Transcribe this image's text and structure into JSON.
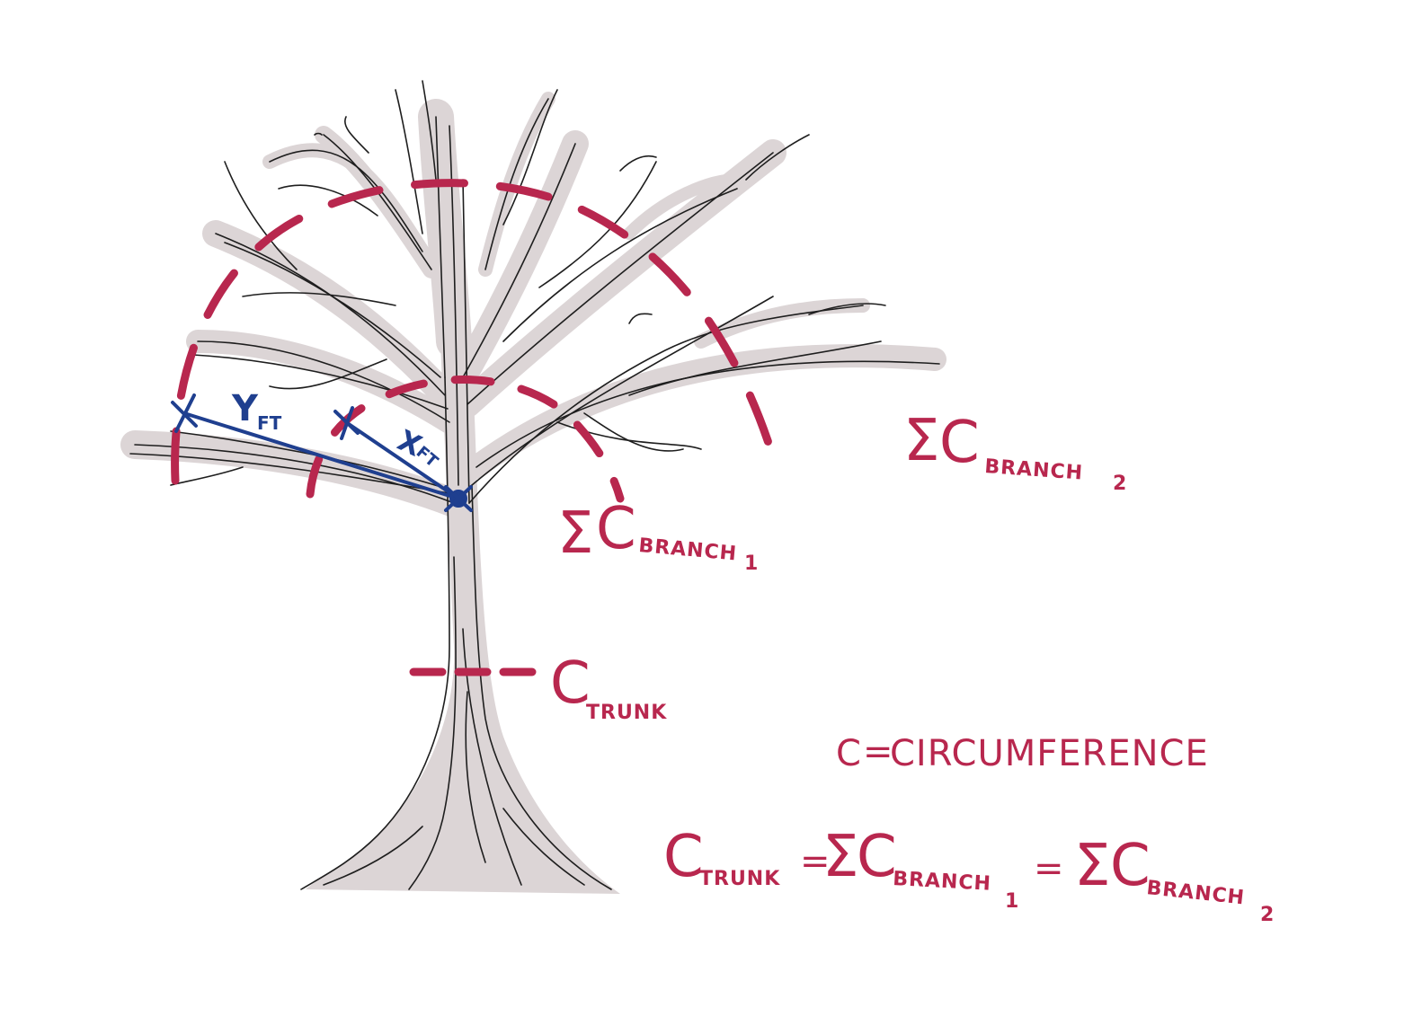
{
  "colors": {
    "annotation_red": "#b8274e",
    "measure_blue": "#1f3f8f",
    "tree_shading": "#d9d3d4",
    "tree_ink": "#1e1e1e"
  },
  "labels": {
    "sum_symbol": "Σ",
    "c": "C",
    "branch2_sub": "BRANCH",
    "branch2_index": "2",
    "branch1_sub": "BRANCH",
    "branch1_index": "1",
    "trunk_sub": "TRUNK",
    "y_measure": "Y",
    "y_unit": "FT",
    "x_measure": "X",
    "x_unit": "FT"
  },
  "definition": {
    "lhs": "C",
    "eq": "=",
    "text": "CIRCUMFERENCE"
  },
  "equation": {
    "c": "C",
    "trunk_sub": "TRUNK",
    "eq": "=",
    "sum": "Σ",
    "branch_sub": "BRANCH",
    "index1": "1",
    "index2": "2"
  }
}
